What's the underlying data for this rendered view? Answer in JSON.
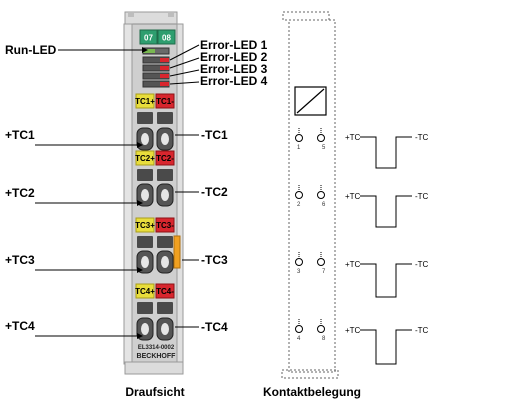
{
  "labels": {
    "run_led": "Run-LED",
    "error_led_1": "Error-LED 1",
    "error_led_2": "Error-LED 2",
    "error_led_3": "Error-LED 3",
    "error_led_4": "Error-LED 4",
    "tc1_plus": "+TC1",
    "tc1_minus": "-TC1",
    "tc2_plus": "+TC2",
    "tc2_minus": "-TC2",
    "tc3_plus": "+TC3",
    "tc3_minus": "-TC3",
    "tc4_plus": "+TC4",
    "tc4_minus": "-TC4"
  },
  "captions": {
    "top_view": "Draufsicht",
    "contact_assignment": "Kontaktbelegung"
  },
  "module": {
    "led_top_left": "07",
    "led_top_right": "08",
    "model": "EL3314-0002",
    "brand": "BECKHOFF",
    "channels": [
      {
        "plus": "TC1+",
        "minus": "TC1-"
      },
      {
        "plus": "TC2+",
        "minus": "TC2-"
      },
      {
        "plus": "TC3+",
        "minus": "TC3-"
      },
      {
        "plus": "TC4+",
        "minus": "TC4-"
      }
    ]
  },
  "contacts": {
    "pins_left": [
      "1",
      "2",
      "3",
      "4"
    ],
    "pins_right": [
      "5",
      "6",
      "7",
      "8"
    ],
    "plus_label": "+TC",
    "minus_label": "-TC"
  },
  "colors": {
    "green_led": "#2e9e6f",
    "yellow_chip": "#e8dd3c",
    "red_chip": "#d8262e",
    "orange_tab": "#f0a020",
    "body_gray": "#cfcfcf",
    "terminal_dark": "#4a4a4a"
  }
}
